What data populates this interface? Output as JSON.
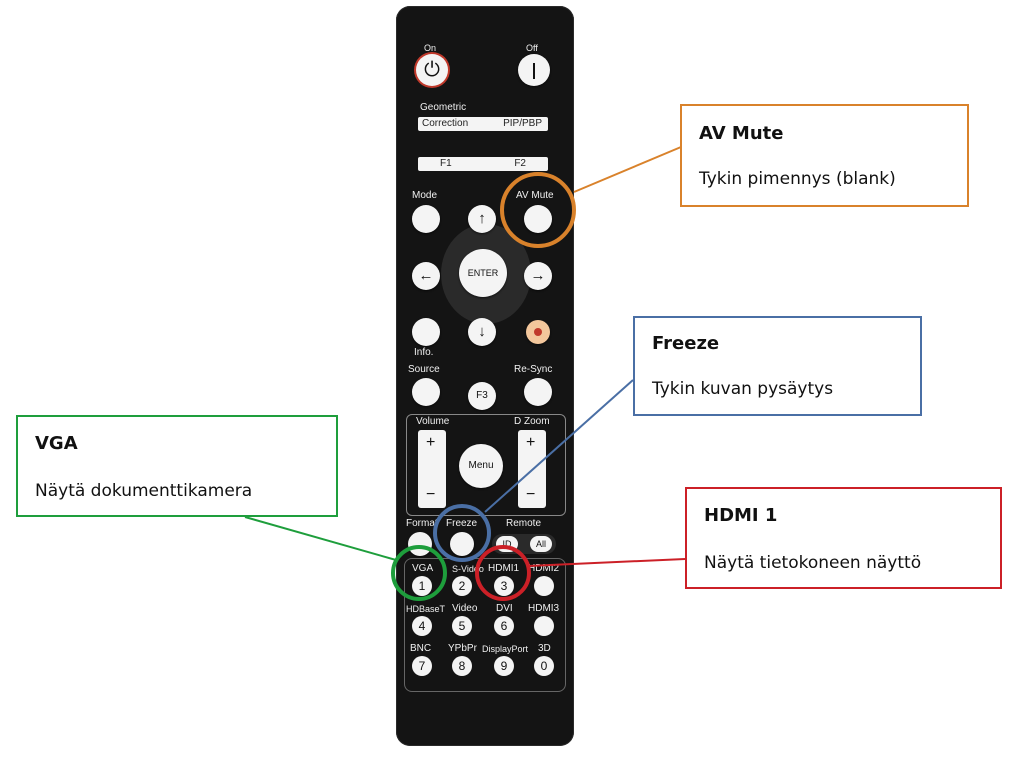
{
  "remote": {
    "on_label": "On",
    "off_label": "Off",
    "geometric_label": "Geometric",
    "correction_label": "Correction",
    "pip_label": "PIP/PBP",
    "f1_label": "F1",
    "f2_label": "F2",
    "mode_label": "Mode",
    "av_mute_label": "AV Mute",
    "enter_label": "ENTER",
    "info_label": "Info.",
    "source_label": "Source",
    "resync_label": "Re-Sync",
    "f3_label": "F3",
    "volume_label": "Volume",
    "dzoom_label": "D Zoom",
    "menu_label": "Menu",
    "plus": "+",
    "minus": "−",
    "format_label": "Format",
    "freeze_label": "Freeze",
    "remote_label": "Remote",
    "id_label": "ID",
    "all_label": "All",
    "row1": [
      "VGA",
      "S-Video",
      "HDMI1",
      "HDMI2"
    ],
    "row2": [
      "HDBaseT",
      "Video",
      "DVI",
      "HDMI3"
    ],
    "row3": [
      "BNC",
      "YPbPr",
      "DisplayPort",
      "3D"
    ],
    "digits": [
      "1",
      "2",
      "3",
      "4",
      "5",
      "6",
      "7",
      "8",
      "9",
      "0"
    ],
    "power_on_glyph": "⏻",
    "arrow_up": "↑",
    "arrow_down": "↓",
    "arrow_left": "←",
    "arrow_right": "→"
  },
  "callouts": {
    "av_mute": {
      "title": "AV Mute",
      "desc": "Tykin pimennys (blank)",
      "color": "#d9822b"
    },
    "freeze": {
      "title": "Freeze",
      "desc": "Tykin kuvan pysäytys",
      "color": "#4a6fa5"
    },
    "vga": {
      "title": "VGA",
      "desc": "Näytä dokumenttikamera",
      "color": "#1e9e3c"
    },
    "hdmi1": {
      "title": "HDMI 1",
      "desc": "Näytä tietokoneen näyttö",
      "color": "#cc2027"
    }
  }
}
